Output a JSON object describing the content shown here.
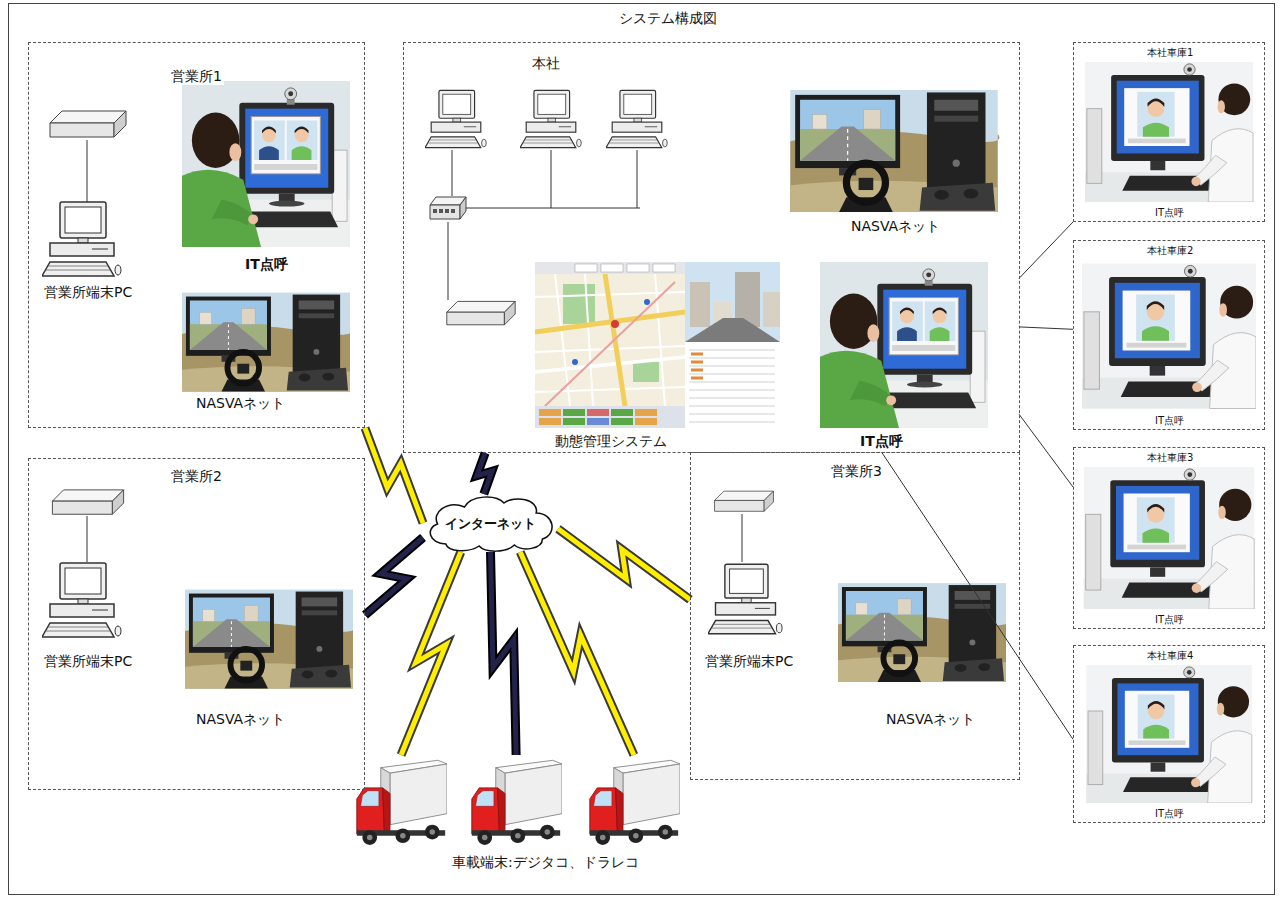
{
  "diagram": {
    "title": "システム構成図",
    "nodes": [
      {
        "text": [
          "営業所1"
        ]
      },
      {
        "text": [
          "営業所端末PC"
        ],
        "in": 0
      },
      {
        "text": [
          "IT点呼"
        ],
        "in": 0
      },
      {
        "text": [
          "NASVAネット"
        ],
        "in": 0
      },
      {
        "text": [
          "本社"
        ]
      },
      {
        "text": [
          "NASVAネット"
        ],
        "in": 4
      },
      {
        "text": [
          "動態管理システム"
        ],
        "in": 4
      },
      {
        "text": [
          "IT点呼"
        ],
        "in": 4
      },
      {
        "text": [
          "営業所2"
        ]
      },
      {
        "text": [
          "営業所端末PC"
        ],
        "in": 8
      },
      {
        "text": [
          "NASVAネット"
        ],
        "in": 8
      },
      {
        "text": [
          "営業所3"
        ]
      },
      {
        "text": [
          "営業所端末PC"
        ],
        "in": 11
      },
      {
        "text": [
          "NASVAネット"
        ],
        "in": 11
      },
      {
        "text": [
          "本社車庫1",
          "IT点呼"
        ]
      },
      {
        "text": [
          "本社車庫2",
          "IT点呼"
        ]
      },
      {
        "text": [
          "本社車庫3",
          "IT点呼"
        ]
      },
      {
        "text": [
          "本社車庫4",
          "IT点呼"
        ]
      },
      {
        "text": [
          "インターネット"
        ]
      },
      {
        "text": [
          "車載端末:デジタコ、ドラレコ"
        ]
      }
    ],
    "edges": [
      {
        "from": 0,
        "to": 18,
        "arrow": "none"
      },
      {
        "from": 4,
        "to": 18,
        "arrow": "none"
      },
      {
        "from": 8,
        "to": 18,
        "arrow": "none"
      },
      {
        "from": 11,
        "to": 18,
        "arrow": "none"
      },
      {
        "from": 18,
        "to": 19,
        "arrow": "none"
      },
      {
        "from": 18,
        "to": 19,
        "arrow": "none"
      },
      {
        "from": 18,
        "to": 19,
        "arrow": "none"
      },
      {
        "from": 7,
        "to": 14,
        "arrow": "none"
      },
      {
        "from": 7,
        "to": 15,
        "arrow": "none"
      },
      {
        "from": 7,
        "to": 16,
        "arrow": "none"
      },
      {
        "from": 7,
        "to": 17,
        "arrow": "none"
      }
    ]
  }
}
